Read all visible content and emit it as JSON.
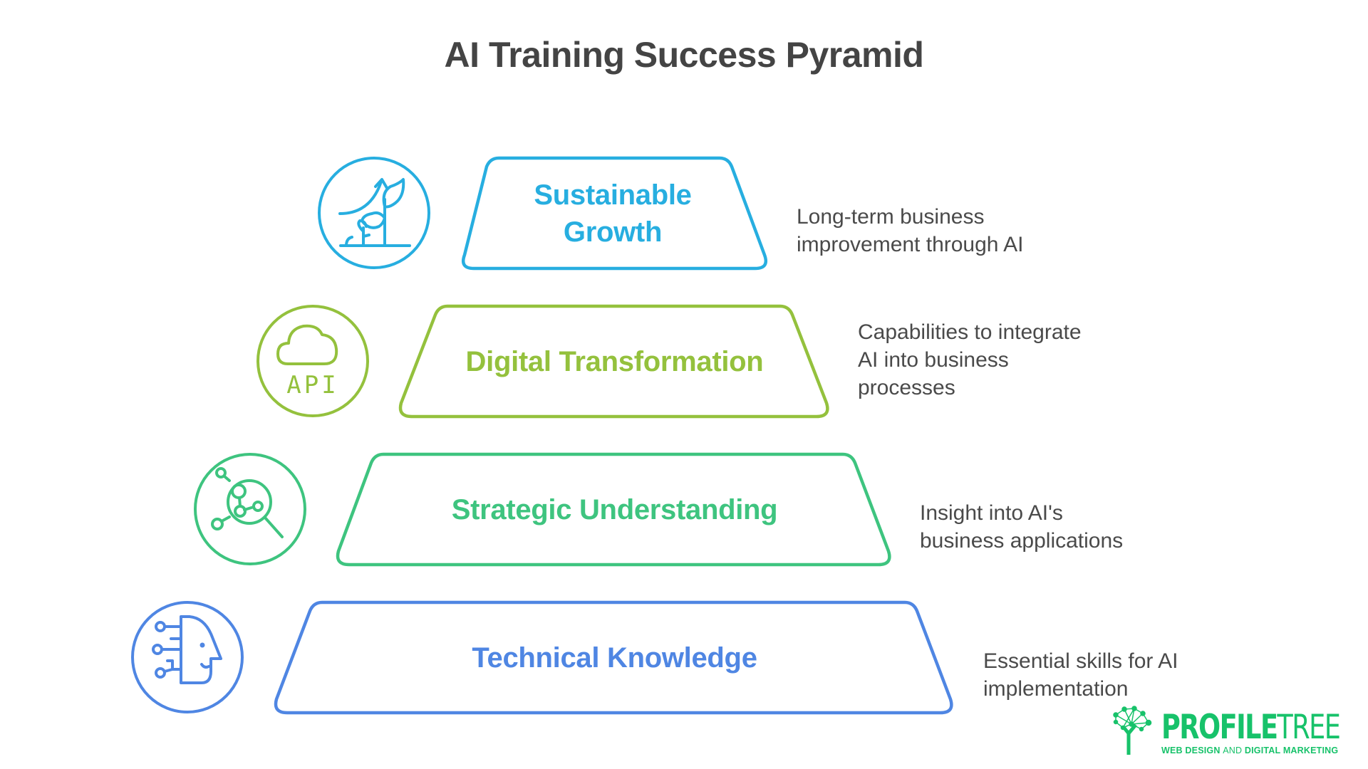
{
  "title": "AI Training Success Pyramid",
  "colors": {
    "tier1": "#27aee0",
    "tier2": "#94c13d",
    "tier3": "#3ec47f",
    "tier4": "#4f86e3",
    "title_text": "#444444",
    "desc_text": "#4a4a4a",
    "logo": "#17c26a"
  },
  "tiers": [
    {
      "level": 4,
      "label_line1": "Sustainable",
      "label_line2": "Growth",
      "description_lines": [
        "Long-term business",
        "improvement through AI"
      ],
      "icon": "plant-growth-arrow-icon"
    },
    {
      "level": 3,
      "label": "Digital Transformation",
      "description_lines": [
        "Capabilities to integrate",
        "AI into business",
        "processes"
      ],
      "icon": "cloud-api-icon",
      "icon_text": "API"
    },
    {
      "level": 2,
      "label": "Strategic Understanding",
      "description_lines": [
        "Insight into AI's",
        "business applications"
      ],
      "icon": "magnifier-network-icon"
    },
    {
      "level": 1,
      "label": "Technical Knowledge",
      "description_lines": [
        "Essential skills for AI",
        "implementation"
      ],
      "icon": "ai-head-circuit-icon"
    }
  ],
  "logo": {
    "word_bold": "PROFILE",
    "word_light": "TREE",
    "tag_part1": "WEB DESIGN ",
    "tag_part2": "AND",
    "tag_part3": " DIGITAL MARKETING",
    "icon": "tree-network-icon"
  }
}
